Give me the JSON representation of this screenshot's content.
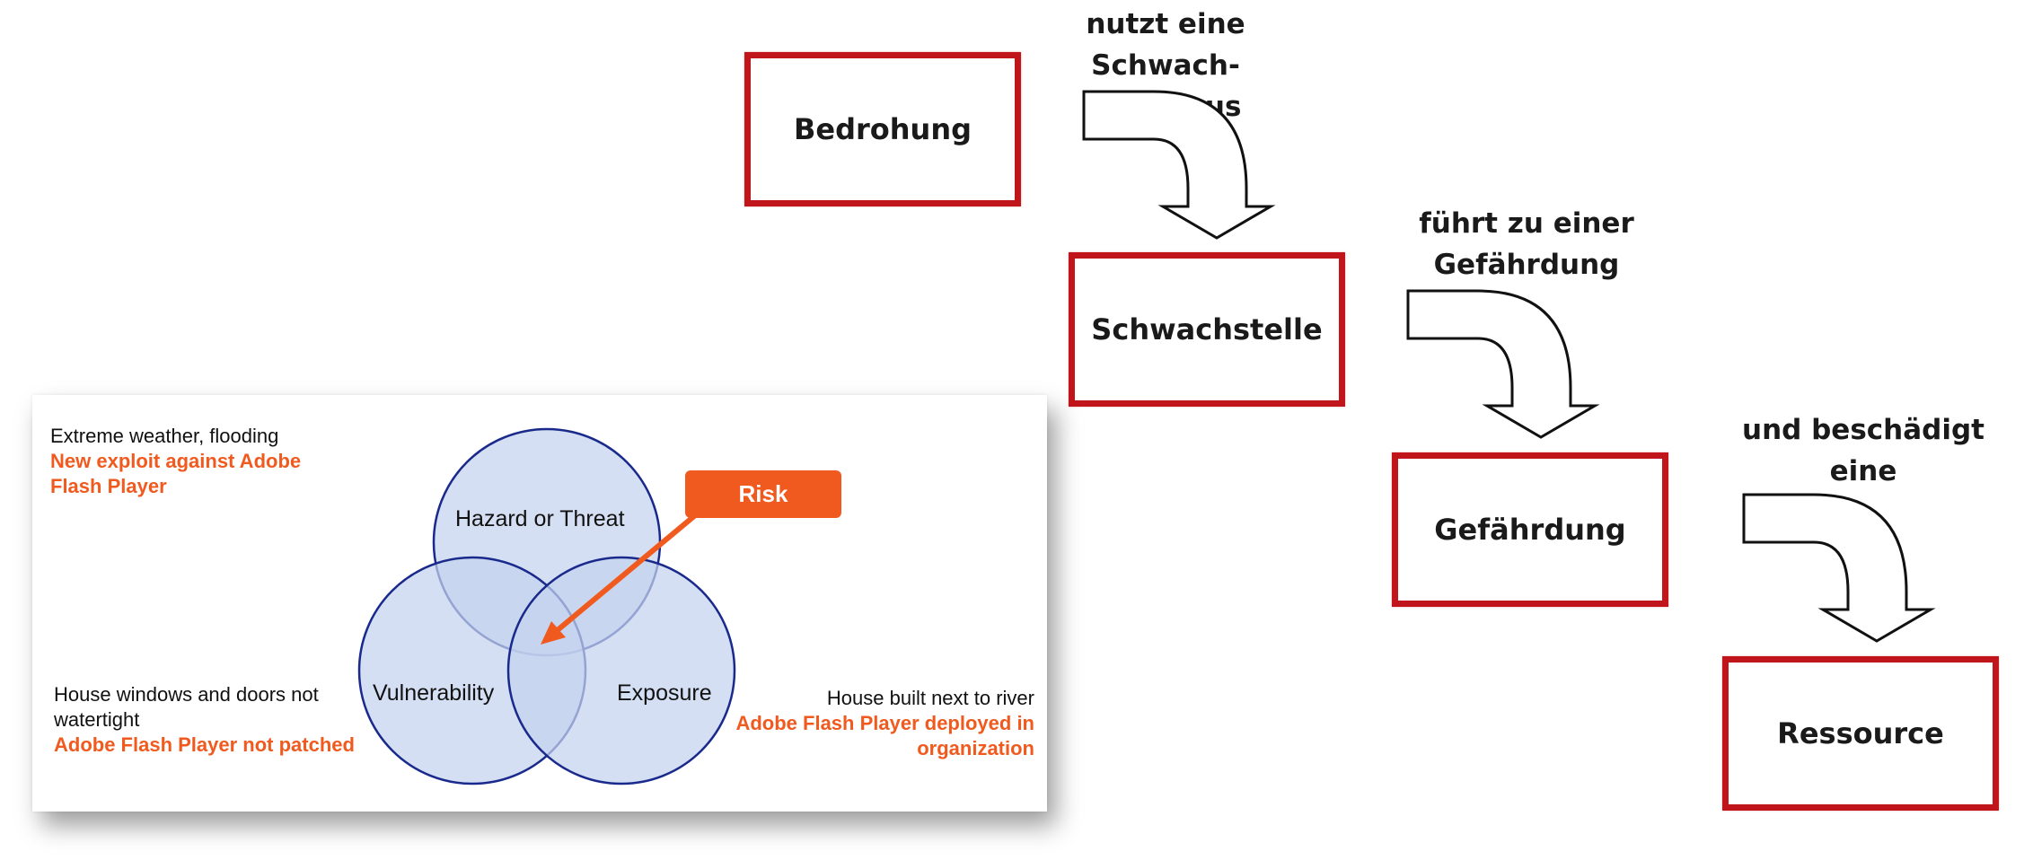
{
  "flow": {
    "boxes": [
      {
        "label": "Bedrohung"
      },
      {
        "label": "Schwachstelle"
      },
      {
        "label": "Gefährdung"
      },
      {
        "label": "Ressource"
      }
    ],
    "connectors": [
      {
        "label_line1": "nutzt eine Schwach-",
        "label_line2": "stelle aus"
      },
      {
        "label_line1": "führt zu einer",
        "label_line2": "Gefährdung"
      },
      {
        "label_line1": "und beschädigt",
        "label_line2": "eine"
      }
    ],
    "box_border_color": "#c0161b"
  },
  "risk_model": {
    "risk_label": "Risk",
    "accent_color": "#f15a1f",
    "circle_fill": "#c5d3ef",
    "circle_stroke": "#1a2a8c",
    "circles": {
      "hazard": "Hazard or Threat",
      "vulnerability": "Vulnerability",
      "exposure": "Exposure"
    },
    "hazard_example": {
      "plain": "Extreme weather, flooding",
      "highlight": "New exploit against Adobe Flash Player"
    },
    "vulnerability_example": {
      "plain": "House windows and doors not watertight",
      "highlight": "Adobe Flash Player not patched"
    },
    "exposure_example": {
      "plain": "House built next to river",
      "highlight": "Adobe Flash Player deployed in organization"
    }
  }
}
